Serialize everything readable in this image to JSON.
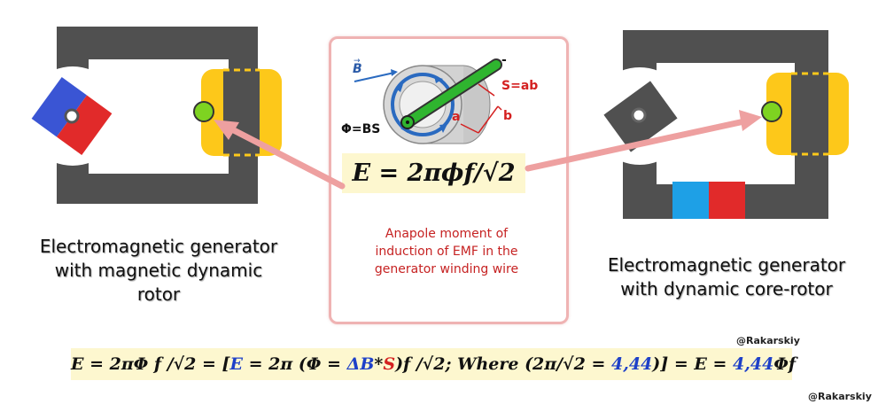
{
  "left_generator": {
    "caption_line1": "Electromagnetic generator",
    "caption_line2": "with magnetic dynamic",
    "caption_line3": "rotor"
  },
  "right_generator": {
    "caption_line1": "Electromagnetic generator",
    "caption_line2": "with dynamic core-rotor"
  },
  "center_panel": {
    "label_b": "B",
    "label_minus": "-",
    "label_s": "S=ab",
    "label_a": "a",
    "label_b_small": "b",
    "label_phi": "Φ=BS",
    "formula": "E = 2πϕf/√2",
    "note_line1": "Anapole moment of",
    "note_line2": "induction of EMF in the",
    "note_line3": "generator winding wire"
  },
  "bottom_formula": {
    "part1": "E = 2πΦ f /√2  = [",
    "part2": "E",
    "part3": " = 2π (Φ = ",
    "part4": "ΔB",
    "part5": "*",
    "part6": "S",
    "part7": ")f /√2; Where (2π/√2 = ",
    "part8": "4,44",
    "part9": ")]  =  E = ",
    "part10": "4,44",
    "part11": "Φf"
  },
  "signatures": {
    "inner": "@Rakarskiy",
    "corner": "@Rakarskiy"
  },
  "colors": {
    "frame": "#505050",
    "coil": "#fdc81a",
    "wire": "#7ed321",
    "magnet_blue": "#3a55d4",
    "magnet_red": "#e12a2a",
    "arrow": "#eea0a0",
    "formula_bg": "#fdf7cf",
    "note_text": "#c62222"
  }
}
